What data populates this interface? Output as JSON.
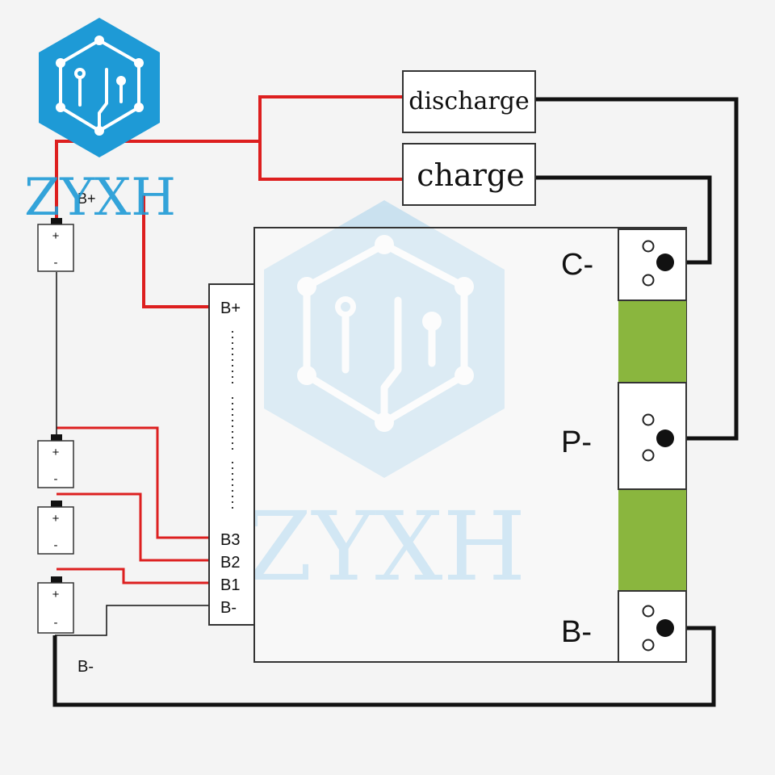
{
  "logo": {
    "text": "ZYXH",
    "color": "#1e9ad6"
  },
  "watermark": {
    "text": "ZYXH",
    "color": "#a9d3ec"
  },
  "switches": {
    "discharge": "discharge",
    "charge": "charge"
  },
  "battery": {
    "plus": "+",
    "minus": "-",
    "top_label": "B+",
    "bottom_label": "B-"
  },
  "bms": {
    "connector_labels": [
      "B+",
      "B3",
      "B2",
      "B1",
      "B-"
    ],
    "terminals": [
      "C-",
      "P-",
      "B-"
    ],
    "pad_color": "#8ab63e"
  },
  "wires": {
    "balance_color": "#dd1f1f",
    "power_color": "#111111"
  }
}
